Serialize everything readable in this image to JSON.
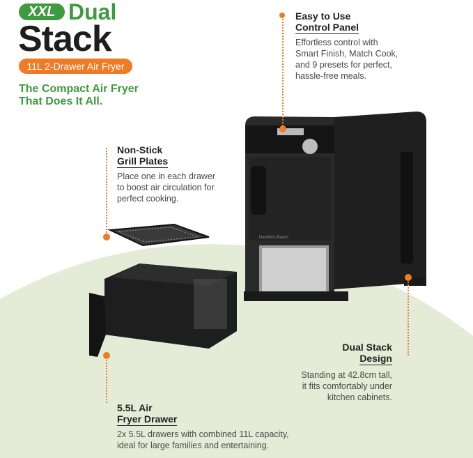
{
  "logo": {
    "badge": "XXL",
    "line1": "Dual",
    "line2": "Stack"
  },
  "subtitle_pill": "11L 2-Drawer Air Fryer",
  "tagline": [
    "The Compact Air Fryer",
    "That Does It All."
  ],
  "features": {
    "control_panel": {
      "title": [
        "Easy to Use",
        "Control Panel"
      ],
      "desc": [
        "Effortless control with",
        "Smart Finish, Match Cook,",
        "and 9 presets for perfect,",
        "hassle-free meals."
      ]
    },
    "grill_plates": {
      "title": [
        "Non-Stick",
        "Grill Plates"
      ],
      "desc": [
        "Place one in each drawer",
        "to boost air circulation for",
        "perfect cooking."
      ]
    },
    "dual_stack": {
      "title": [
        "Dual Stack",
        "Design"
      ],
      "desc": [
        "Standing at 42.8cm tall,",
        "it fits comfortably under",
        "kitchen cabinets."
      ]
    },
    "drawer": {
      "title": [
        "5.5L Air",
        "Fryer Drawer"
      ],
      "desc": [
        "2x 5.5L drawers with combined 11L capacity,",
        "ideal for large families and entertaining."
      ]
    }
  },
  "product_brand": "Hamilton Beach",
  "colors": {
    "green": "#3f9b3f",
    "orange": "#ef7b26",
    "bg_circle": "#e4ebd6"
  }
}
